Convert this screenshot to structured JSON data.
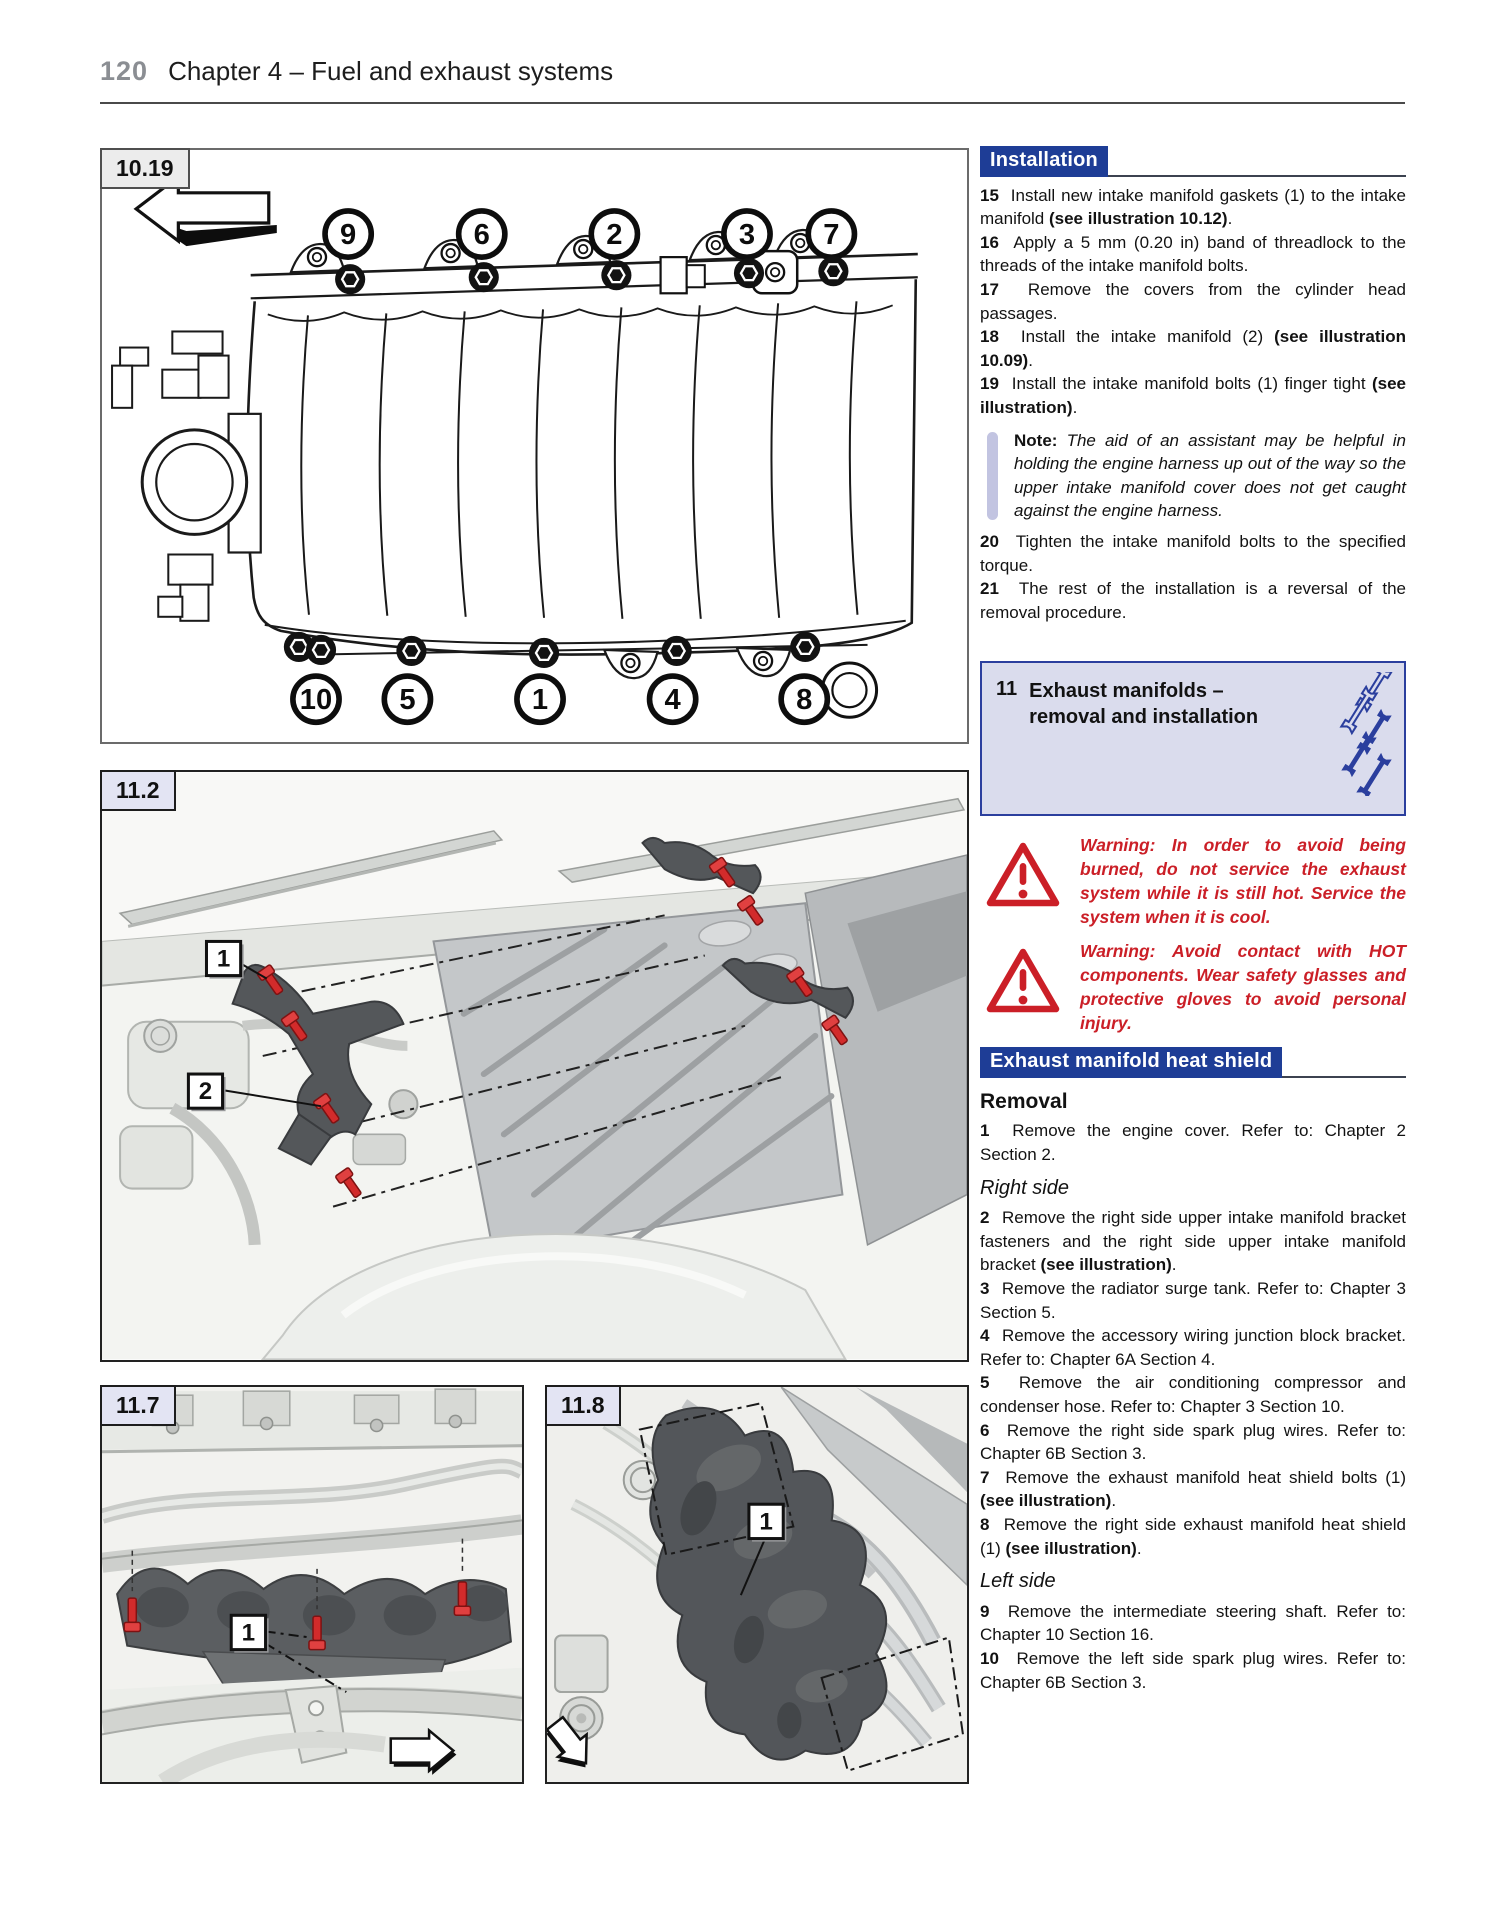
{
  "page": {
    "number": "120",
    "chapter_title": "Chapter 4 – Fuel and exhaust systems"
  },
  "figures": {
    "fig_10_19": {
      "label": "10.19",
      "top_callouts": [
        "9",
        "6",
        "2",
        "3",
        "7"
      ],
      "bottom_callouts": [
        "10",
        "5",
        "1",
        "4",
        "8"
      ]
    },
    "fig_11_2": {
      "label": "11.2",
      "callout_1": "1",
      "callout_2": "2"
    },
    "fig_11_7": {
      "label": "11.7",
      "callout_1": "1"
    },
    "fig_11_8": {
      "label": "11.8",
      "callout_1": "1"
    }
  },
  "installation": {
    "heading": "Installation",
    "s15": [
      [
        "b",
        "15"
      ],
      [
        "n",
        "  Install new intake manifold gaskets (1) to the intake manifold "
      ],
      [
        "b",
        "(see illustration 10.12)"
      ],
      [
        "n",
        "."
      ]
    ],
    "s16": [
      [
        "b",
        "16"
      ],
      [
        "n",
        "  Apply a 5 mm (0.20 in) band of threadlock to the threads of the intake manifold bolts."
      ]
    ],
    "s17": [
      [
        "b",
        "17"
      ],
      [
        "n",
        "  Remove the covers from the cylinder head passages."
      ]
    ],
    "s18": [
      [
        "b",
        "18"
      ],
      [
        "n",
        "  Install the intake manifold (2) "
      ],
      [
        "b",
        "(see illustration 10.09)"
      ],
      [
        "n",
        "."
      ]
    ],
    "s19": [
      [
        "b",
        "19"
      ],
      [
        "n",
        "  Install the intake manifold bolts (1) finger tight "
      ],
      [
        "b",
        "(see illustration)"
      ],
      [
        "n",
        "."
      ]
    ],
    "note": [
      [
        "b",
        "Note: "
      ],
      [
        "i",
        "The aid of an assistant may be helpful in holding the engine harness up out of the way so the upper intake manifold cover does not get caught against the engine harness."
      ]
    ],
    "s20": [
      [
        "b",
        "20"
      ],
      [
        "n",
        "  Tighten the intake manifold bolts to the specified torque."
      ]
    ],
    "s21": [
      [
        "b",
        "21"
      ],
      [
        "n",
        "  The rest of the installation is a reversal of the removal procedure."
      ]
    ]
  },
  "section11": {
    "number": "11",
    "title_line1": "Exhaust manifolds –",
    "title_line2": "removal and installation",
    "warning1": "Warning: In order to avoid being burned, do not service the exhaust system while it is still hot. Service the system when it is cool.",
    "warning2": "Warning: Avoid contact with HOT components. Wear safety glasses and protective gloves to avoid personal injury."
  },
  "heat_shield": {
    "heading": "Exhaust manifold heat shield",
    "removal_heading": "Removal",
    "right_side_heading": "Right side",
    "left_side_heading": "Left side",
    "s1": [
      [
        "b",
        "1"
      ],
      [
        "n",
        "  Remove the engine cover. Refer to: Chapter 2 Section 2."
      ]
    ],
    "s2": [
      [
        "b",
        "2"
      ],
      [
        "n",
        "  Remove the right side upper intake manifold bracket fasteners and the right side upper intake manifold bracket "
      ],
      [
        "b",
        "(see illustration)"
      ],
      [
        "n",
        "."
      ]
    ],
    "s3": [
      [
        "b",
        "3"
      ],
      [
        "n",
        "  Remove the radiator surge tank. Refer to: Chapter 3 Section 5."
      ]
    ],
    "s4": [
      [
        "b",
        "4"
      ],
      [
        "n",
        "  Remove the accessory wiring junction block bracket. Refer to: Chapter 6A Section 4."
      ]
    ],
    "s5": [
      [
        "b",
        "5"
      ],
      [
        "n",
        "  Remove the air conditioning compressor and condenser hose. Refer to: Chapter 3 Section 10."
      ]
    ],
    "s6": [
      [
        "b",
        "6"
      ],
      [
        "n",
        "  Remove the right side spark plug wires. Refer to: Chapter 6B Section 3."
      ]
    ],
    "s7": [
      [
        "b",
        "7"
      ],
      [
        "n",
        "  Remove the exhaust manifold heat shield bolts (1) "
      ],
      [
        "b",
        "(see illustration)"
      ],
      [
        "n",
        "."
      ]
    ],
    "s8": [
      [
        "b",
        "8"
      ],
      [
        "n",
        "  Remove the right side exhaust manifold heat shield (1) "
      ],
      [
        "b",
        "(see illustration)"
      ],
      [
        "n",
        "."
      ]
    ],
    "s9": [
      [
        "b",
        "9"
      ],
      [
        "n",
        "  Remove the intermediate steering shaft. Refer to: Chapter 10 Section 16."
      ]
    ],
    "s10": [
      [
        "b",
        "10"
      ],
      [
        "n",
        "  Remove the left side spark plug wires. Refer to: Chapter 6B Section 3."
      ]
    ]
  },
  "colors": {
    "heading_blue": "#1e3d96",
    "box_lavender": "#dadced",
    "warning_red": "#cb1f27",
    "bolt_red": "#d22b2b"
  }
}
